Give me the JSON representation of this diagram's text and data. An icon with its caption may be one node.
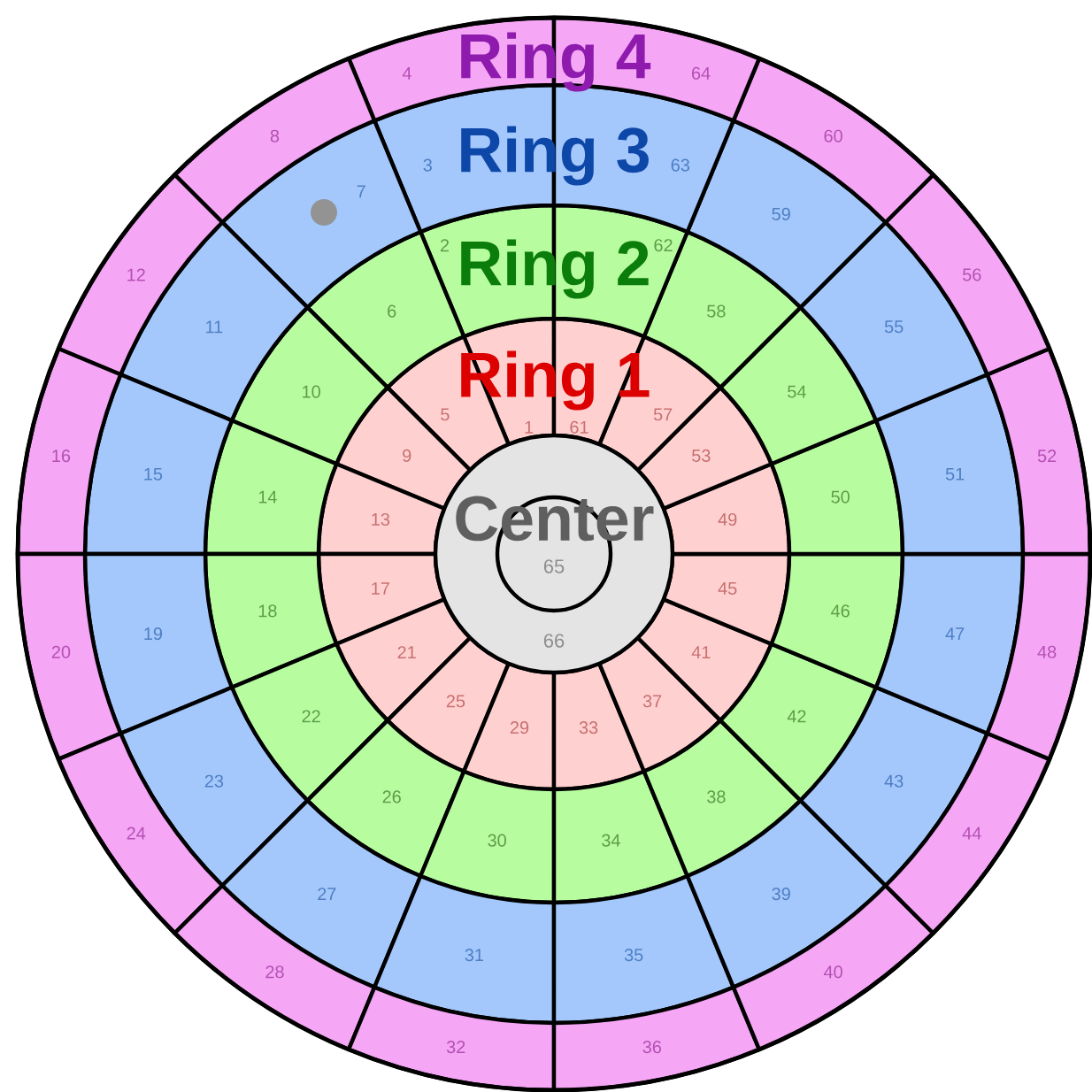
{
  "diagram": {
    "nodes": [
      {
        "text": [
          "1"
        ]
      },
      {
        "text": [
          "2"
        ]
      },
      {
        "text": [
          "3"
        ]
      },
      {
        "text": [
          "4"
        ]
      },
      {
        "text": [
          "5"
        ]
      },
      {
        "text": [
          "6"
        ]
      },
      {
        "text": [
          "7"
        ]
      },
      {
        "text": [
          "8"
        ]
      },
      {
        "text": [
          "9"
        ]
      },
      {
        "text": [
          "10"
        ]
      },
      {
        "text": [
          "11"
        ]
      },
      {
        "text": [
          "12"
        ]
      },
      {
        "text": [
          "13"
        ]
      },
      {
        "text": [
          "14"
        ]
      },
      {
        "text": [
          "15"
        ]
      },
      {
        "text": [
          "16"
        ]
      },
      {
        "text": [
          "17"
        ]
      },
      {
        "text": [
          "18"
        ]
      },
      {
        "text": [
          "19"
        ]
      },
      {
        "text": [
          "20"
        ]
      },
      {
        "text": [
          "21"
        ]
      },
      {
        "text": [
          "22"
        ]
      },
      {
        "text": [
          "23"
        ]
      },
      {
        "text": [
          "24"
        ]
      },
      {
        "text": [
          "25"
        ]
      },
      {
        "text": [
          "26"
        ]
      },
      {
        "text": [
          "27"
        ]
      },
      {
        "text": [
          "28"
        ]
      },
      {
        "text": [
          "29"
        ]
      },
      {
        "text": [
          "30"
        ]
      },
      {
        "text": [
          "31"
        ]
      },
      {
        "text": [
          "32"
        ]
      },
      {
        "text": [
          "33"
        ]
      },
      {
        "text": [
          "34"
        ]
      },
      {
        "text": [
          "35"
        ]
      },
      {
        "text": [
          "36"
        ]
      },
      {
        "text": [
          "37"
        ]
      },
      {
        "text": [
          "38"
        ]
      },
      {
        "text": [
          "39"
        ]
      },
      {
        "text": [
          "40"
        ]
      },
      {
        "text": [
          "41"
        ]
      },
      {
        "text": [
          "42"
        ]
      },
      {
        "text": [
          "43"
        ]
      },
      {
        "text": [
          "44"
        ]
      },
      {
        "text": [
          "45"
        ]
      },
      {
        "text": [
          "46"
        ]
      },
      {
        "text": [
          "47"
        ]
      },
      {
        "text": [
          "48"
        ]
      },
      {
        "text": [
          "49"
        ]
      },
      {
        "text": [
          "50"
        ]
      },
      {
        "text": [
          "51"
        ]
      },
      {
        "text": [
          "52"
        ]
      },
      {
        "text": [
          "53"
        ]
      },
      {
        "text": [
          "54"
        ]
      },
      {
        "text": [
          "55"
        ]
      },
      {
        "text": [
          "56"
        ]
      },
      {
        "text": [
          "57"
        ]
      },
      {
        "text": [
          "58"
        ]
      },
      {
        "text": [
          "59"
        ]
      },
      {
        "text": [
          "60"
        ]
      },
      {
        "text": [
          "61"
        ]
      },
      {
        "text": [
          "62"
        ]
      },
      {
        "text": [
          "63"
        ]
      },
      {
        "text": [
          "64"
        ]
      },
      {
        "text": [
          "66"
        ]
      },
      {
        "text": [
          "65"
        ],
        "in": 64
      }
    ],
    "labels": [
      "Ring 4",
      "Ring 3",
      "Ring 2",
      "Ring 1",
      "Center"
    ]
  }
}
